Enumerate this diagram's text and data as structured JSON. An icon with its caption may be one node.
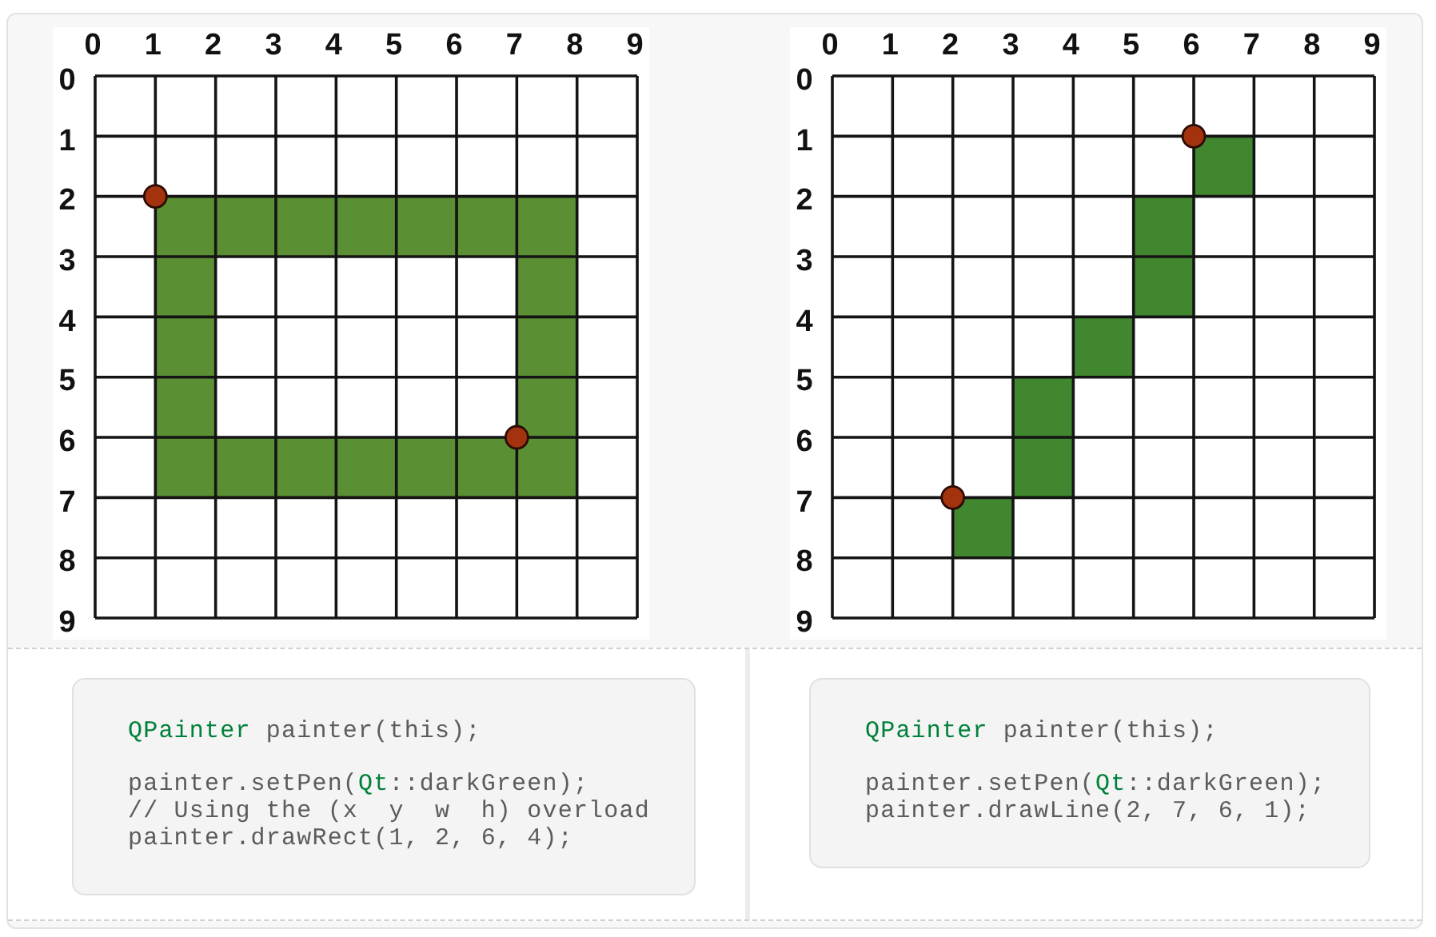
{
  "diagram": {
    "nodes": [
      {
        "text": [
          "QPainter painter(this);",
          "painter.setPen(Qt::darkGreen);",
          "// Using the (x  y  w  h) overload",
          "painter.drawRect(1, 2, 6, 4);"
        ]
      },
      {
        "text": [
          "QPainter painter(this);",
          "painter.setPen(Qt::darkGreen);",
          "painter.drawLine(2, 7, 6, 1);"
        ]
      }
    ],
    "labels": [
      "0",
      "1",
      "2",
      "3",
      "4",
      "5",
      "6",
      "7",
      "8",
      "9",
      "0",
      "1",
      "2",
      "3",
      "4",
      "5",
      "6",
      "7",
      "8",
      "9",
      "0",
      "1",
      "2",
      "3",
      "4",
      "5",
      "6",
      "7",
      "8",
      "9",
      "0",
      "1",
      "2",
      "3",
      "4",
      "5",
      "6",
      "7",
      "8",
      "9"
    ]
  }
}
